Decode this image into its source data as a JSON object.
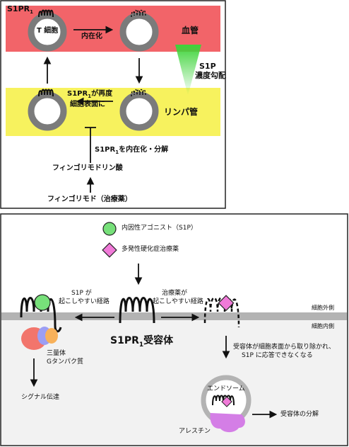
{
  "top": {
    "vessel_label": "血管",
    "lymph_label": "リンパ管",
    "s1pr_label": "S1PR",
    "s1pr_sub": "1",
    "tcell_label": "T 細胞",
    "internalize_label": "内在化",
    "gradient_label": [
      "S1P",
      "濃度勾配"
    ],
    "reexpress_label": [
      "が再度",
      "細胞表面に"
    ],
    "inhibit_label": "を内在化・分解",
    "phosphate_label": "フィンゴリモドリン酸",
    "drug_label": "フィンゴリモド（治療薬）",
    "colors": {
      "vessel": "#f26469",
      "lymph": "#f7f25e",
      "gradient": "#3ed43a"
    }
  },
  "bottom": {
    "legend": [
      {
        "icon": "green-circle-icon",
        "label": "内因性アゴニスト（S1P）"
      },
      {
        "icon": "pink-diamond-icon",
        "label": "多発性硬化症治療薬"
      }
    ],
    "outside_label": "細胞外側",
    "inside_label": "細胞内側",
    "left_path_label": [
      "S1P が",
      "起こしやすい経路"
    ],
    "right_path_label": [
      "治療薬が",
      "起こしやすい経路"
    ],
    "receptor_label": "受容体",
    "gprotein_label": [
      "三量体",
      "Gタンパク質"
    ],
    "signal_label": "シグナル伝達",
    "removed_label": [
      "受容体が細胞表面から取り除かれ、",
      "S1P に応答できなくなる"
    ],
    "endosome_label": "エンドソーム",
    "arrestin_label": "アレスチン",
    "degrade_label": "受容体の分解",
    "colors": {
      "agonist": "#77e07a",
      "drug": "#f07ad8",
      "membrane": "#b3b3b3",
      "arrestin": "#d47ee6"
    }
  }
}
